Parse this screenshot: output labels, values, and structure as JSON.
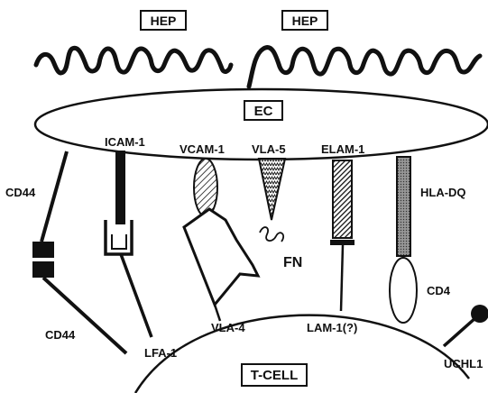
{
  "labels": {
    "hep_left": "HEP",
    "hep_right": "HEP",
    "ec": "EC",
    "t_cell": "T-CELL",
    "icam1": "ICAM-1",
    "vcam1": "VCAM-1",
    "vla5": "VLA-5",
    "elam1": "ELAM-1",
    "hla_dq": "HLA-DQ",
    "cd44_top": "CD44",
    "cd44_bottom": "CD44",
    "lfa1": "LFA-1",
    "vla4": "VLA-4",
    "lam1": "LAM-1(?)",
    "fn": "FN",
    "cd4": "CD4",
    "uchl1": "UCHL1"
  },
  "colors": {
    "ink": "#111111",
    "background": "#ffffff",
    "hla_fill": "#8a8a8a"
  }
}
